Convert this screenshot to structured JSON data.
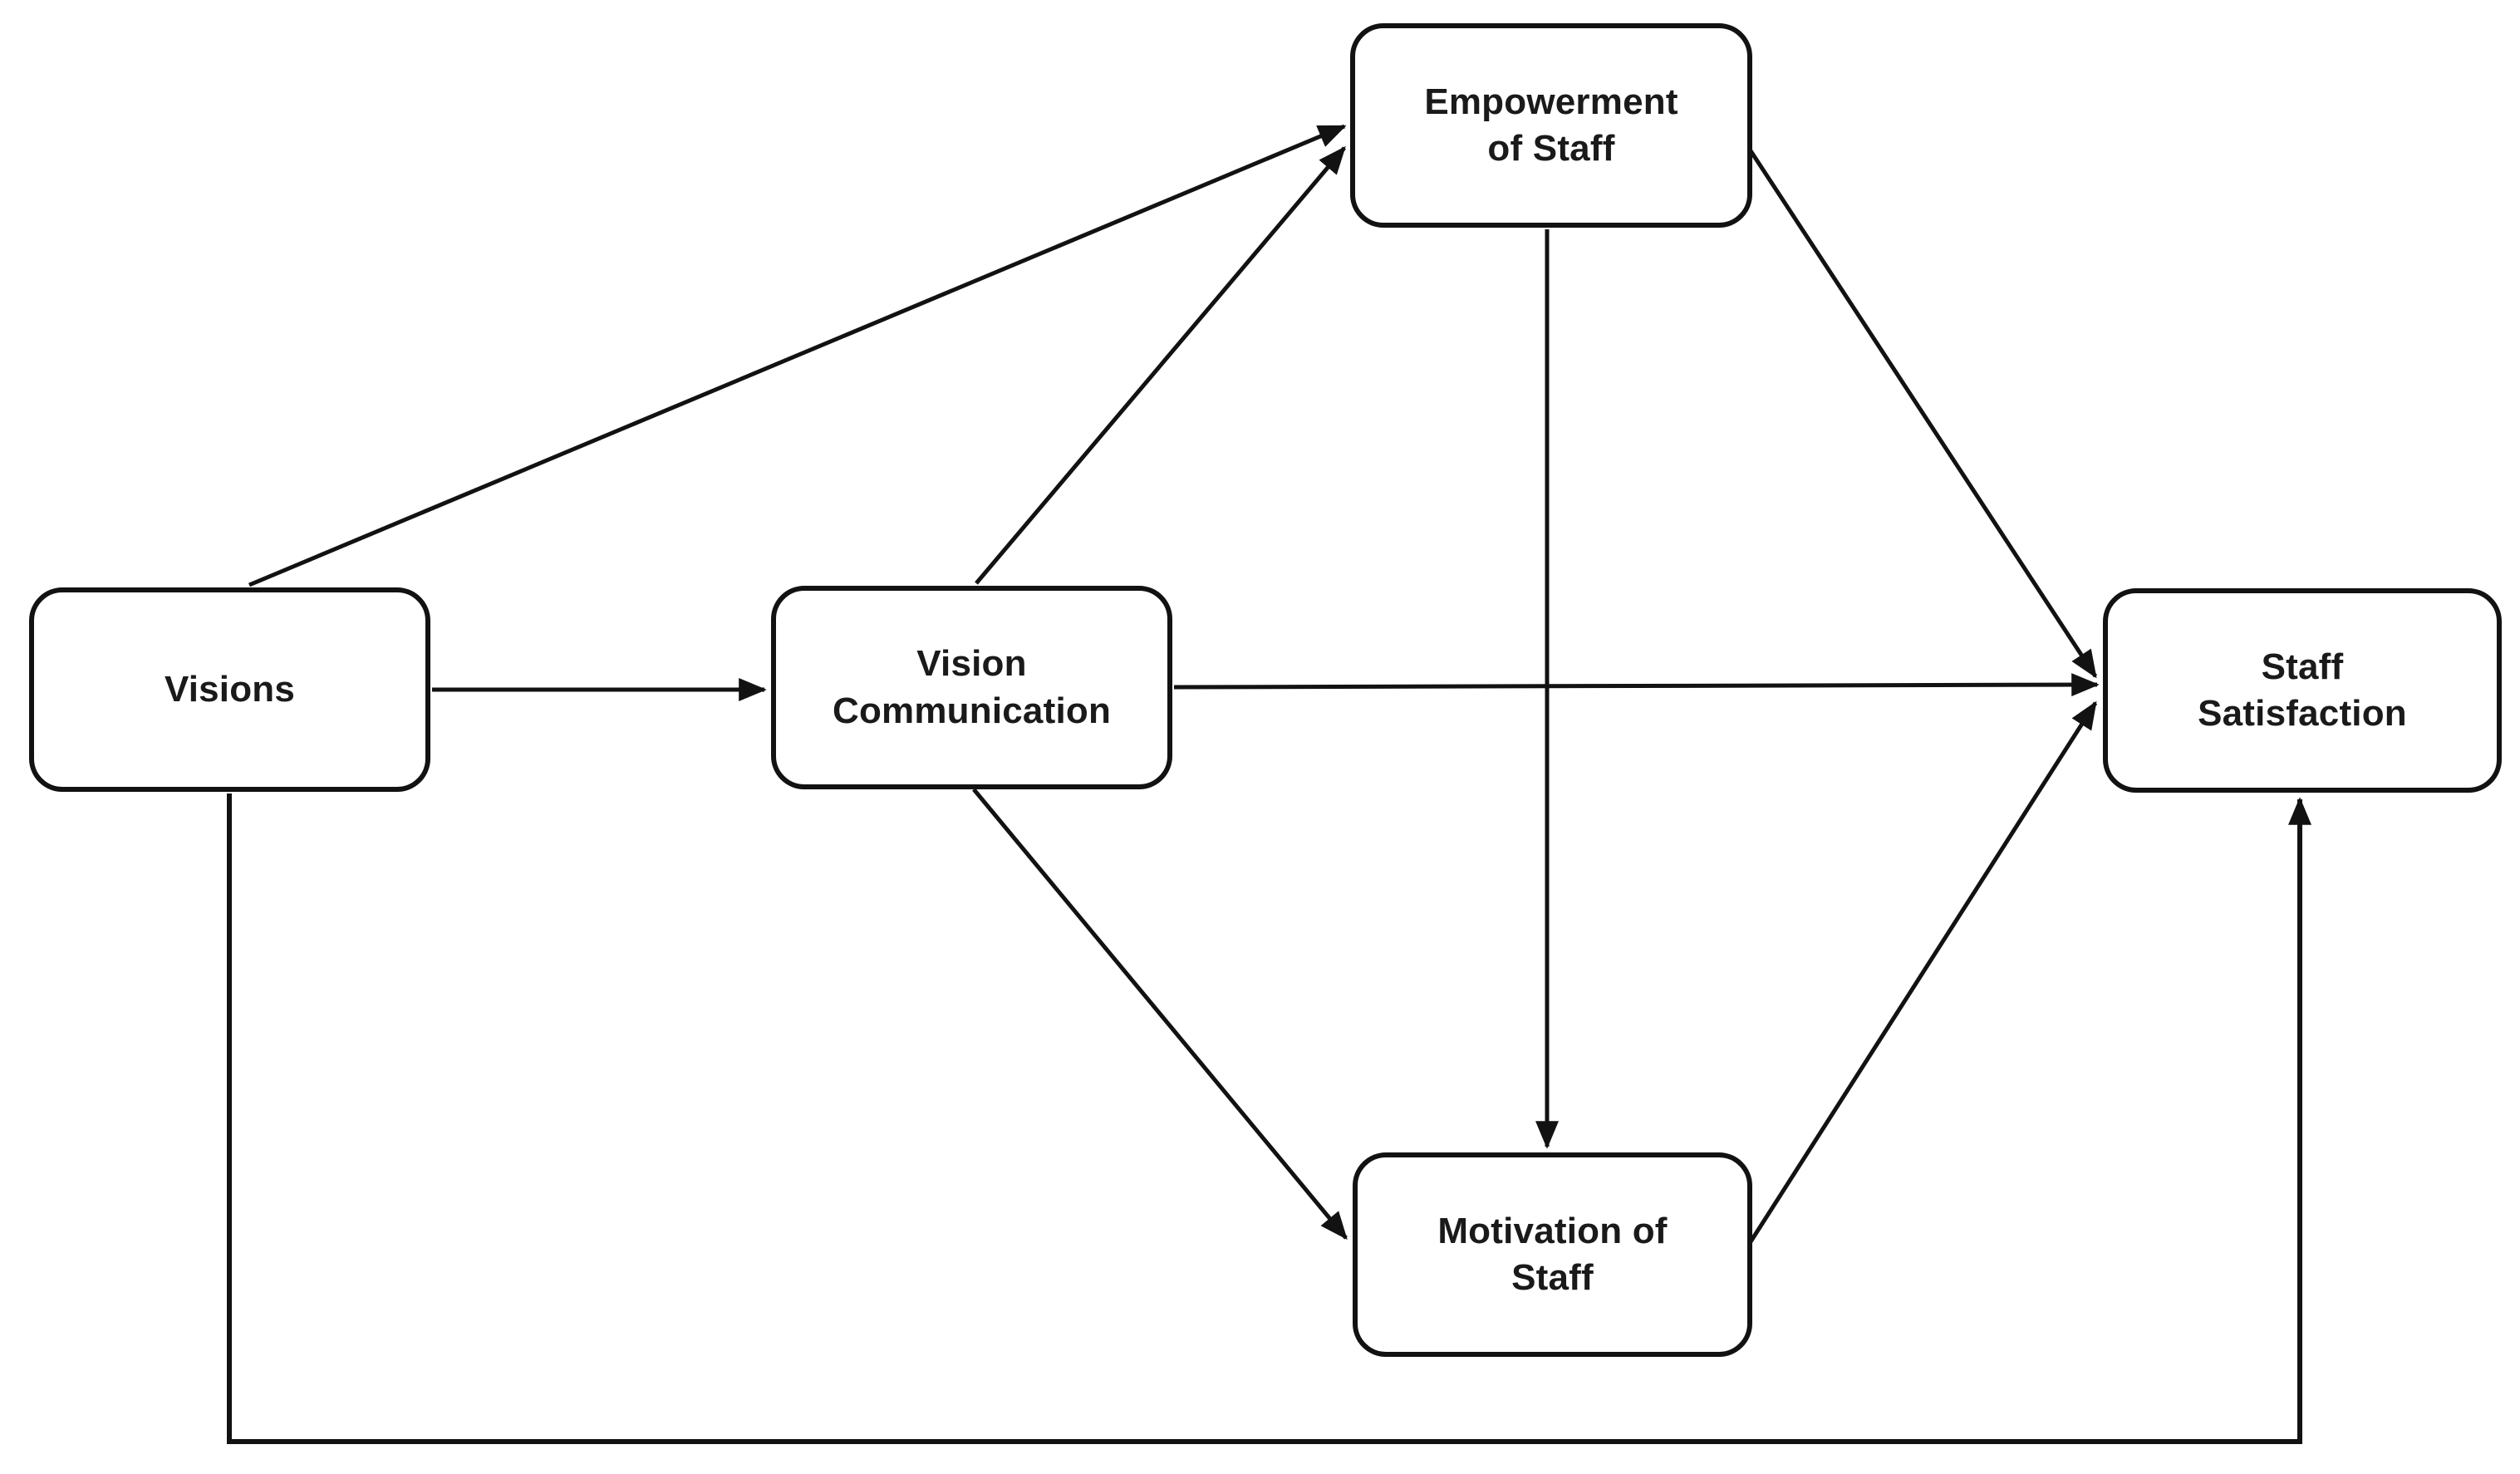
{
  "diagram": {
    "type": "path-model-flowchart",
    "colors": {
      "background": "#ffffff",
      "line": "#121212",
      "box_border": "#121212",
      "box_fill": "#ffffff",
      "text": "#1a1a1a"
    },
    "nodes": {
      "visions": {
        "label": "Visions",
        "lines": [
          "Visions"
        ]
      },
      "vision_communication": {
        "label": "Vision Communication",
        "lines": [
          "Vision",
          "Communication"
        ]
      },
      "empowerment": {
        "label": "Empowerment of Staff",
        "lines": [
          "Empowerment",
          "of Staff"
        ]
      },
      "motivation": {
        "label": "Motivation of Staff",
        "lines": [
          "Motivation of",
          "Staff"
        ]
      },
      "staff_satisfaction": {
        "label": "Staff Satisfaction",
        "lines": [
          "Staff",
          "Satisfaction"
        ]
      }
    },
    "edges": [
      {
        "from": "Visions",
        "to": "Empowerment of Staff"
      },
      {
        "from": "Visions",
        "to": "Vision Communication"
      },
      {
        "from": "Vision Communication",
        "to": "Empowerment of Staff"
      },
      {
        "from": "Vision Communication",
        "to": "Staff Satisfaction"
      },
      {
        "from": "Vision Communication",
        "to": "Motivation of Staff"
      },
      {
        "from": "Empowerment of Staff",
        "to": "Motivation of Staff"
      },
      {
        "from": "Empowerment of Staff",
        "to": "Staff Satisfaction"
      },
      {
        "from": "Motivation of Staff",
        "to": "Staff Satisfaction"
      },
      {
        "from": "Visions",
        "to": "Staff Satisfaction",
        "route": "bottom-feedback"
      }
    ]
  }
}
